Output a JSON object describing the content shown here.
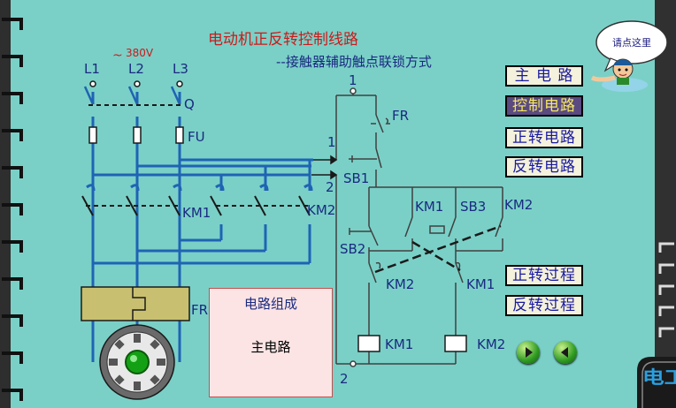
{
  "title": "电动机正反转控制线路",
  "subtitle": "--接触器辅助触点联锁方式",
  "voltage": "380V",
  "help": "请点这里",
  "buttons": [
    {
      "label": "主 电 路",
      "active": false
    },
    {
      "label": "控制电路",
      "active": true
    },
    {
      "label": "正转电路",
      "active": false
    },
    {
      "label": "反转电路",
      "active": false
    },
    {
      "label": "正转过程",
      "active": false
    },
    {
      "label": "反转过程",
      "active": false
    }
  ],
  "info": {
    "heading": "电路组成",
    "value": "主电路"
  },
  "labels": {
    "l1": "L1",
    "l2": "L2",
    "l3": "L3",
    "q": "Q",
    "fu": "FU",
    "km1_main": "KM1",
    "km2_main": "KM2",
    "fr_main": "FR",
    "node1_top": "1",
    "node1_mid": "1",
    "node2_mid": "2",
    "node2_bot": "2",
    "fr_ctrl": "FR",
    "sb1": "SB1",
    "sb2": "SB2",
    "sb3": "SB3",
    "km1_hold": "KM1",
    "km2_hold": "KM2",
    "km2_inter": "KM2",
    "km1_inter": "KM1",
    "km1_coil": "KM1",
    "km2_coil": "KM2"
  },
  "corner_text": "电工基",
  "colors": {
    "panel": "#7ad0c7",
    "wire_main": "#1f63b4",
    "wire_ctrl": "#404040",
    "frame": "#1a1a1a",
    "button_text": "#1a1aa0",
    "active_bg": "#5a4a80",
    "active_text": "#f6e860",
    "fr_block": "#c8c070",
    "label": "#1a2a80",
    "title": "#cc1a1a"
  }
}
